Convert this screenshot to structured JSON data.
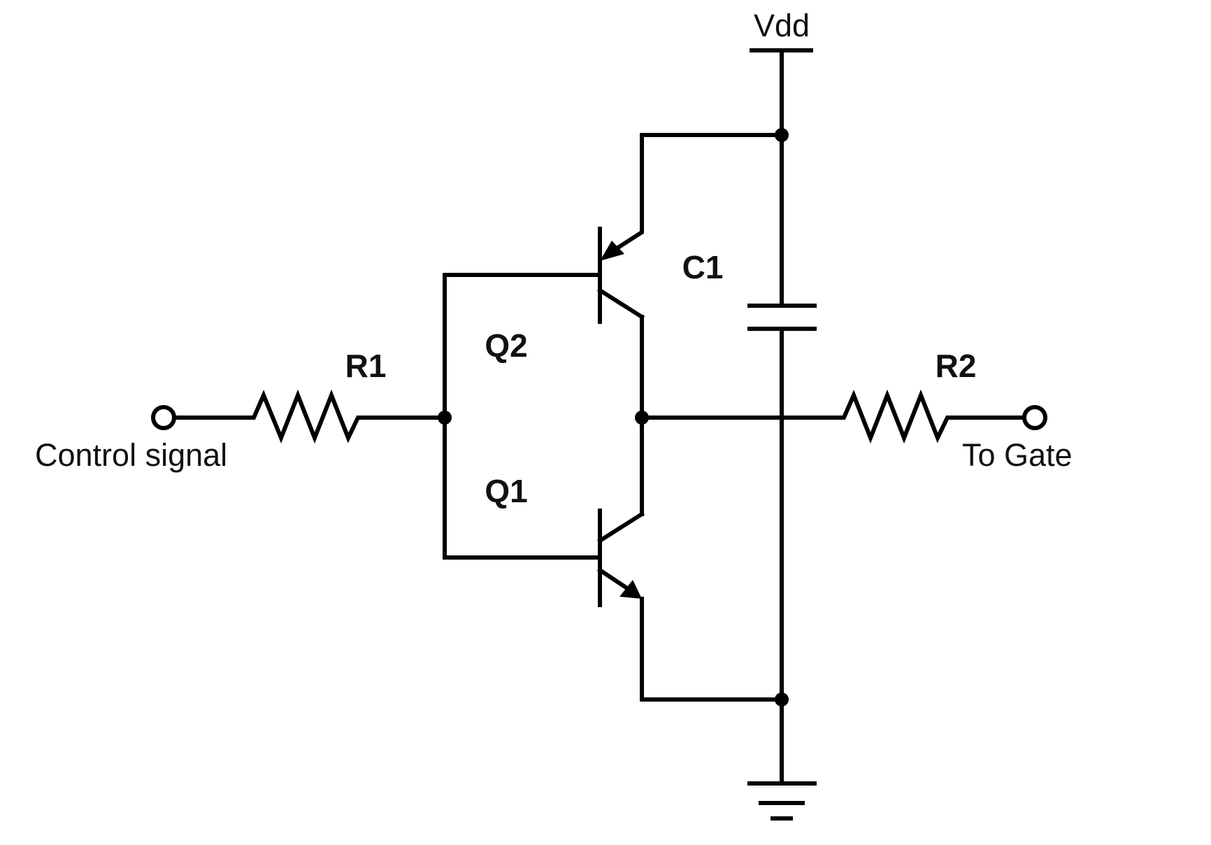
{
  "labels": {
    "supply": "Vdd",
    "r1": "R1",
    "r2": "R2",
    "c1": "C1",
    "q1": "Q1",
    "q2": "Q2",
    "input": "Control signal",
    "output": "To Gate"
  },
  "colors": {
    "stroke": "#000000",
    "background": "#ffffff"
  }
}
